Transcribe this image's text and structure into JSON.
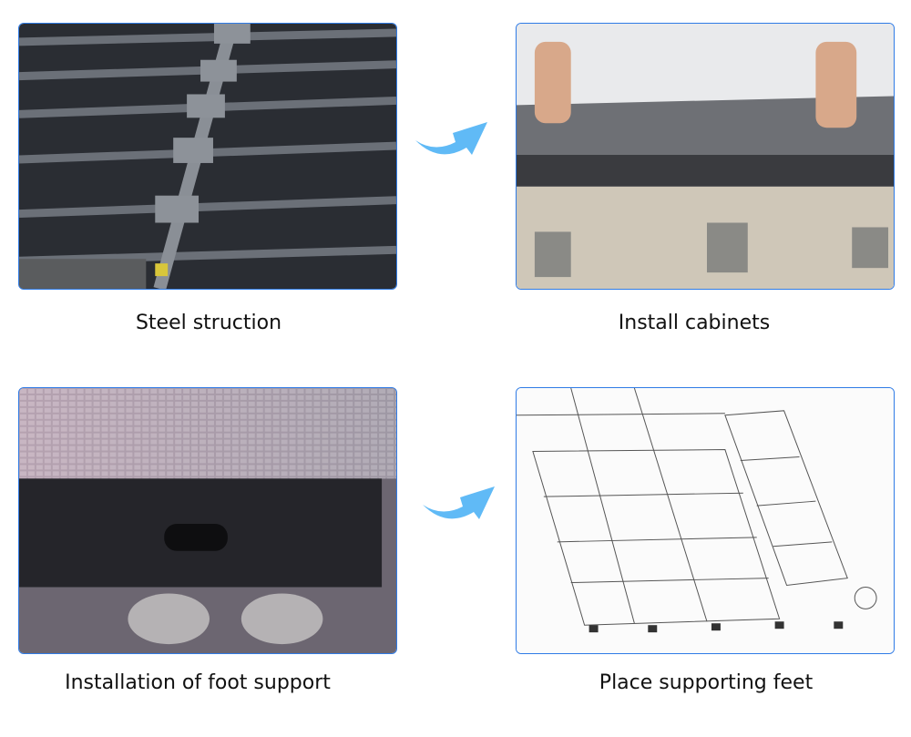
{
  "steps": [
    {
      "caption": "Steel struction",
      "image": "steel-structure-photo"
    },
    {
      "caption": "Install cabinets",
      "image": "install-cabinets-photo"
    },
    {
      "caption": "Installation of foot support",
      "image": "foot-support-photo"
    },
    {
      "caption": "Place supporting feet",
      "image": "supporting-feet-diagram"
    }
  ],
  "colors": {
    "border": "#2f7be6",
    "arrow": "#4fb3f5"
  }
}
